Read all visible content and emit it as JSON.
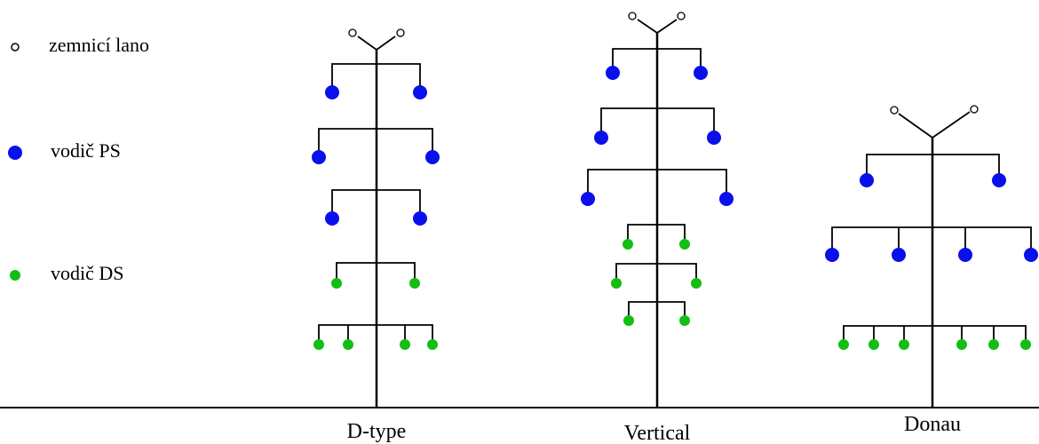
{
  "legend": {
    "items": [
      {
        "symbol": "ground-wire",
        "label": "zemnicí lano"
      },
      {
        "symbol": "ps-conductor",
        "label": "vodič PS"
      },
      {
        "symbol": "ds-conductor",
        "label": "vodič DS"
      }
    ]
  },
  "towers": [
    {
      "name": "D-type"
    },
    {
      "name": "Vertical"
    },
    {
      "name": "Donau"
    }
  ],
  "colors": {
    "ps_conductor": "#0A10EC",
    "ds_conductor": "#12BE12",
    "structure": "#000000",
    "ground_wire_fill": "#FFFFFF"
  }
}
